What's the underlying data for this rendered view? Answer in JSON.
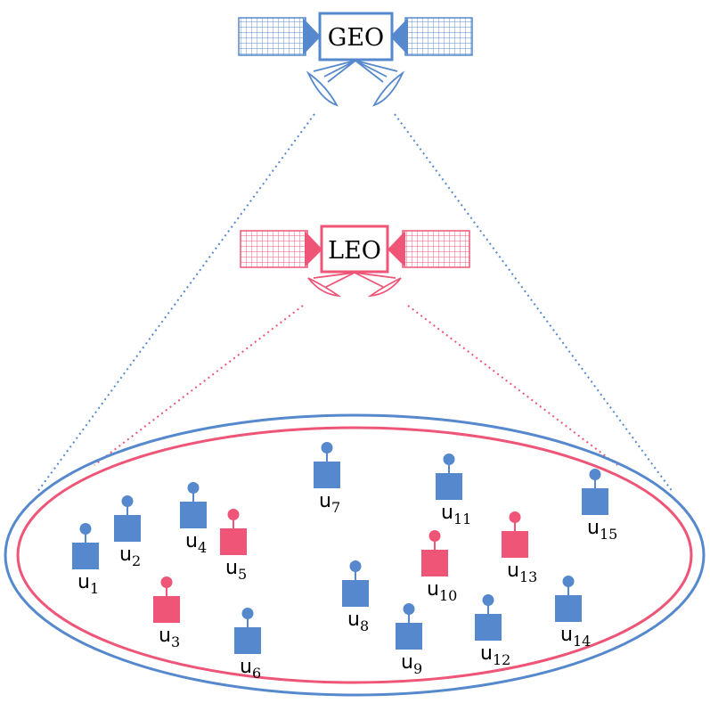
{
  "colors": {
    "geo": "#5588cc",
    "leo": "#ee5577"
  },
  "satellites": {
    "geo": {
      "label": "GEO"
    },
    "leo": {
      "label": "LEO"
    }
  },
  "users": [
    {
      "prefix": "u",
      "sub": "1",
      "type": "geo"
    },
    {
      "prefix": "u",
      "sub": "2",
      "type": "geo"
    },
    {
      "prefix": "u",
      "sub": "3",
      "type": "leo"
    },
    {
      "prefix": "u",
      "sub": "4",
      "type": "geo"
    },
    {
      "prefix": "u",
      "sub": "5",
      "type": "leo"
    },
    {
      "prefix": "u",
      "sub": "6",
      "type": "geo"
    },
    {
      "prefix": "u",
      "sub": "7",
      "type": "geo"
    },
    {
      "prefix": "u",
      "sub": "8",
      "type": "geo"
    },
    {
      "prefix": "u",
      "sub": "9",
      "type": "geo"
    },
    {
      "prefix": "u",
      "sub": "10",
      "type": "leo"
    },
    {
      "prefix": "u",
      "sub": "11",
      "type": "geo"
    },
    {
      "prefix": "u",
      "sub": "12",
      "type": "geo"
    },
    {
      "prefix": "u",
      "sub": "13",
      "type": "leo"
    },
    {
      "prefix": "u",
      "sub": "14",
      "type": "geo"
    },
    {
      "prefix": "u",
      "sub": "15",
      "type": "geo"
    }
  ]
}
